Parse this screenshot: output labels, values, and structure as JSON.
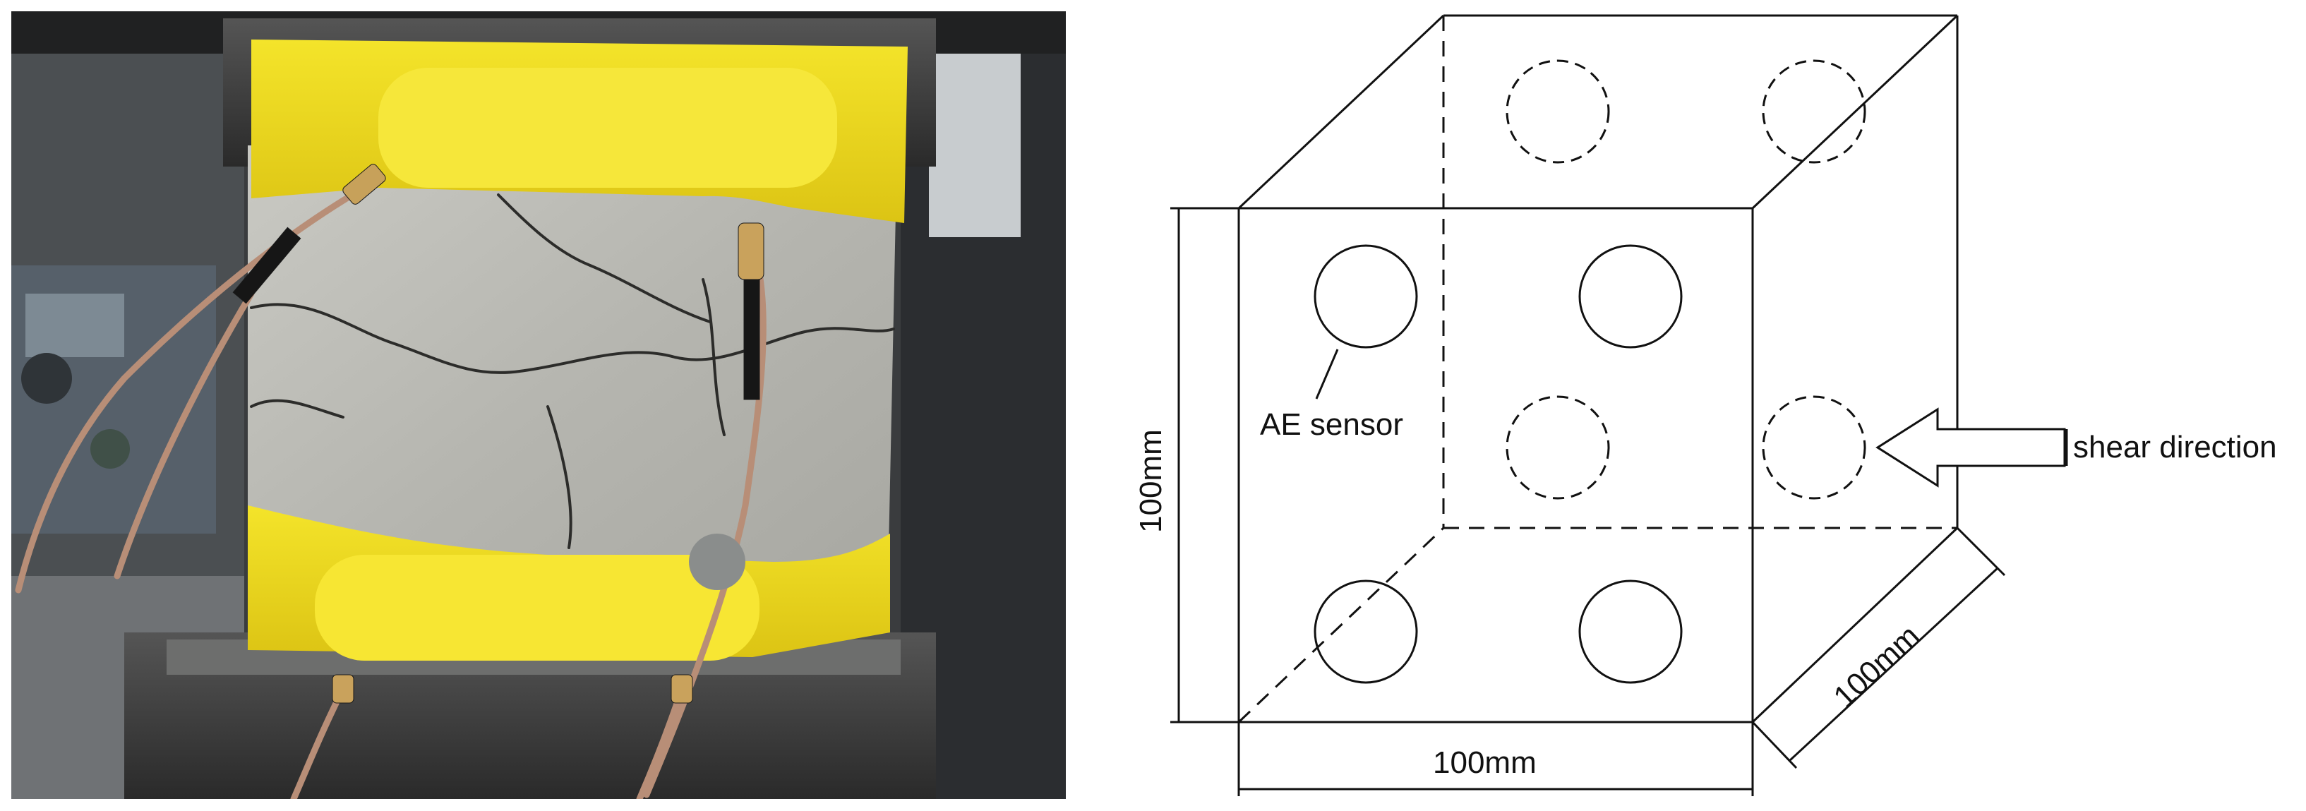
{
  "diagram": {
    "sensor_label": "AE sensor",
    "shear_label": "shear direction",
    "dim_height": "100mm",
    "dim_width": "100mm",
    "dim_depth": "100mm"
  },
  "photo": {
    "subject": "concrete cube specimen under shear test with AE sensors",
    "tape_color": "#f2df22",
    "specimen_color": "#b9b9b3"
  }
}
